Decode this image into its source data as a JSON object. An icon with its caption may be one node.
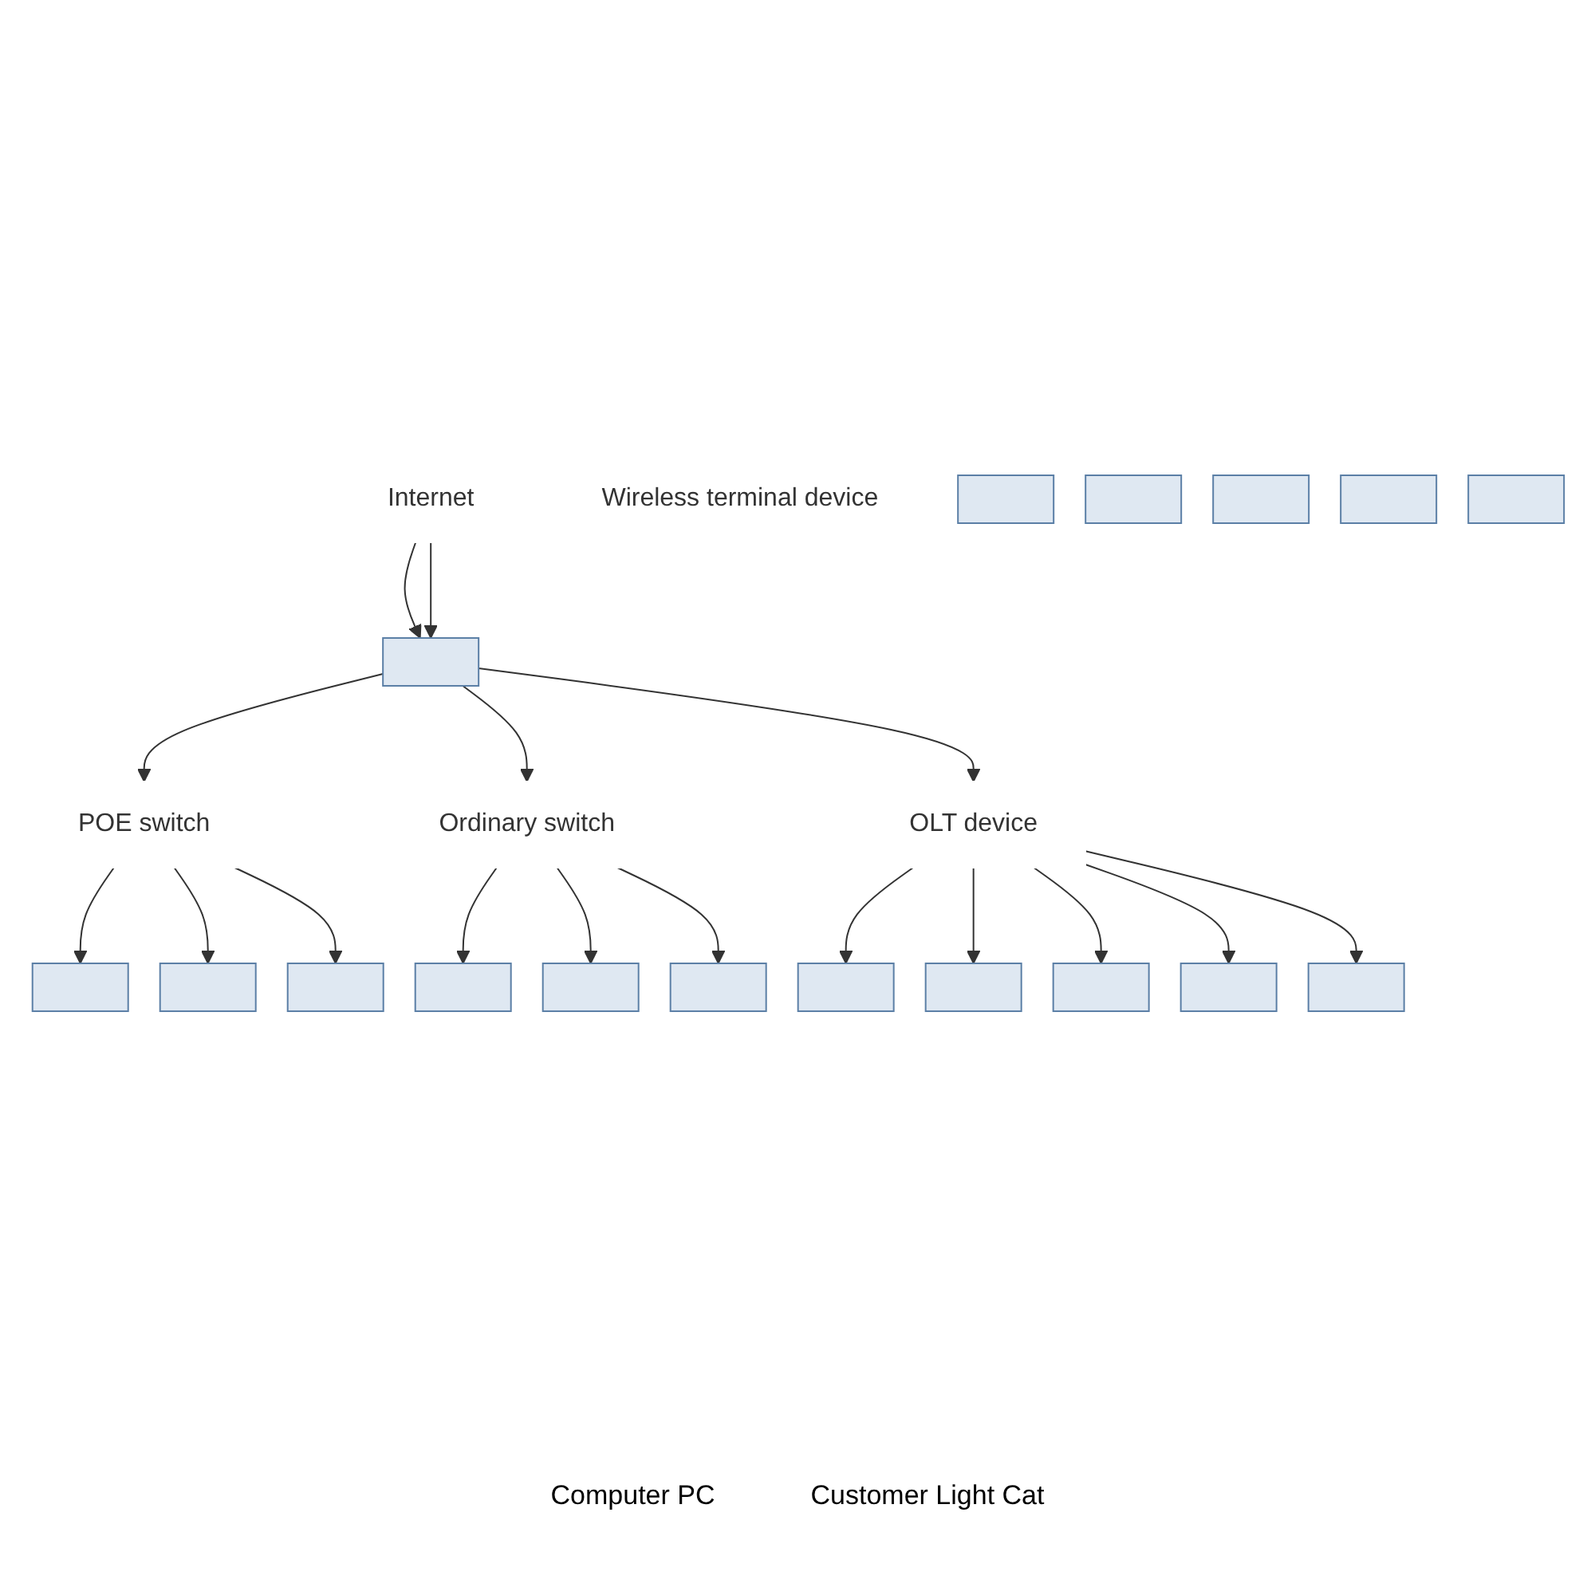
{
  "diagram": {
    "nodes": [
      {
        "text": [],
        "shape": "box"
      },
      {
        "text": [
          "Internet"
        ]
      },
      {
        "text": [
          "POE switch"
        ]
      },
      {
        "text": [
          "Ordinary switch"
        ]
      },
      {
        "text": [
          "OLT device"
        ]
      },
      {
        "text": [],
        "shape": "box"
      },
      {
        "text": [],
        "shape": "box"
      },
      {
        "text": [],
        "shape": "box"
      },
      {
        "text": [
          "Wireless terminal device"
        ]
      },
      {
        "text": [],
        "shape": "box"
      },
      {
        "text": [],
        "shape": "box"
      },
      {
        "text": [],
        "shape": "box"
      },
      {
        "text": [],
        "shape": "box"
      },
      {
        "text": [],
        "shape": "box"
      },
      {
        "text": [],
        "shape": "box"
      },
      {
        "text": [],
        "shape": "box"
      },
      {
        "text": [],
        "shape": "box"
      },
      {
        "text": [],
        "shape": "box"
      },
      {
        "text": [],
        "shape": "box"
      },
      {
        "text": [],
        "shape": "box"
      },
      {
        "text": [],
        "shape": "box"
      },
      {
        "text": [],
        "shape": "box"
      }
    ],
    "edges": [
      {
        "from": 1,
        "to": 0,
        "arrow": "to"
      },
      {
        "from": 1,
        "to": 0,
        "arrow": "to"
      },
      {
        "from": 0,
        "to": 2,
        "arrow": "to"
      },
      {
        "from": 0,
        "to": 3,
        "arrow": "to"
      },
      {
        "from": 0,
        "to": 4,
        "arrow": "to"
      },
      {
        "from": 2,
        "to": 5,
        "arrow": "to"
      },
      {
        "from": 2,
        "to": 6,
        "arrow": "to"
      },
      {
        "from": 2,
        "to": 7,
        "arrow": "to"
      },
      {
        "from": 3,
        "to": 9,
        "arrow": "to"
      },
      {
        "from": 3,
        "to": 10,
        "arrow": "to"
      },
      {
        "from": 3,
        "to": 11,
        "arrow": "to"
      },
      {
        "from": 4,
        "to": 12,
        "arrow": "to"
      },
      {
        "from": 4,
        "to": 14,
        "arrow": "to"
      },
      {
        "from": 4,
        "to": 16,
        "arrow": "to"
      },
      {
        "from": 4,
        "to": 18,
        "arrow": "to"
      },
      {
        "from": 4,
        "to": 20,
        "arrow": "to"
      }
    ],
    "labels": [
      "Computer PC",
      "Customer Light Cat"
    ]
  }
}
